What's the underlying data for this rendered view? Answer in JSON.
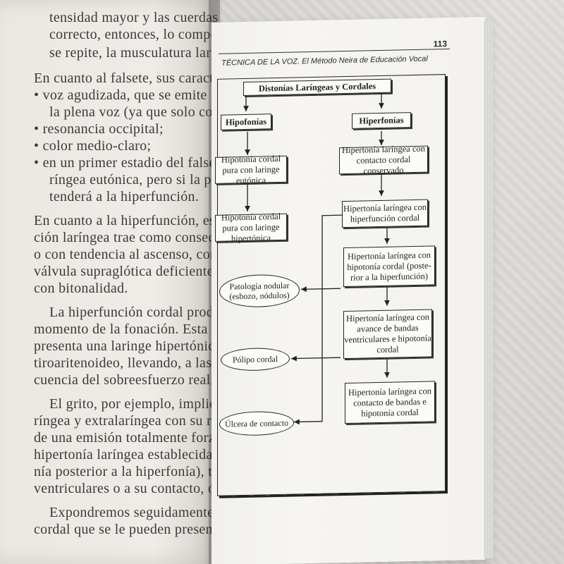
{
  "left_page": {
    "lines": [
      "tensidad mayor y las cuerdas vocales no lo",
      "correcto, entonces, lo compensará haciendo",
      "se repite, la musculatura laríngea tenderá a",
      "En cuanto al falsete, sus características son:",
      "• voz agudizada, que se emite generalmente",
      "la plena voz (ya que solo contactan los bordes)",
      "• resonancia occipital;",
      "• color medio-claro;",
      "• en un primer estadio del falsete, se puede",
      "ríngea eutónica, pero si la persona hace abuso",
      "tenderá a la hiperfunción.",
      "En cuanto a la hiperfunción, esta puede ser",
      "ción laríngea trae como consecuencia una laringe",
      "o con tendencia al ascenso, con musculatura",
      "válvula supraglótica deficiente y sonido espasmódico",
      "con bitonalidad.",
      "La hiperfunción cordal produce una hipertonía",
      "momento de la fonación. Esta hiperfunción, a",
      "presenta una laringe hipertónica, se convierte en",
      "tiroaritenoideo, llevando, a las cuerdas, a una hipo",
      "cuencia del sobreesfuerzo realizado anteriormente",
      "El grito, por ejemplo, implica una hiperfunción",
      "ríngea y extralaríngea con su respectivo ascenso",
      "de una emisión totalmente forzada que puede",
      "hipertonía laríngea establecida con la consecuencia",
      "nía posterior a la hiperfonía), también, puede",
      "ventriculares o a su contacto, o a la formación",
      "Expondremos seguidamente los diversos casos",
      "cordal que se le pueden presentar al terapeuta"
    ]
  },
  "right_page": {
    "header": "TÉCNICA DE LA VOZ. El Método Neira de Educación Vocal",
    "page_number": "113",
    "diagram": {
      "title": "Distonías Laríngeas y Cordales",
      "hipofonias": "Hipofonías",
      "hiperfonias": "Hiperfonías",
      "hipo_1": "Hipotonía cordal pura con laringe eutónica",
      "hipo_2": "Hipotonía cordal pura con laringe hipertónica",
      "hiper_1": "Hipertonía laríngea con contacto cordal conservado",
      "hiper_2": "Hipertonía laríngea con hiperfunción cordal",
      "hiper_3": "Hipertonía laríngea con hipotonía cordal (poste-rior a la hiperfunción)",
      "hiper_4": "Hipertonía laríngea con avance de bandas ventriculares e hipotonía cordal",
      "hiper_5": "Hipertonía laríngea con contacto de bandas e hipotonía cordal",
      "ellipse_1": "Patología nodular (esbozo, nódulos)",
      "ellipse_2": "Pólipo cordal",
      "ellipse_3": "Úlcera de contacto"
    }
  }
}
